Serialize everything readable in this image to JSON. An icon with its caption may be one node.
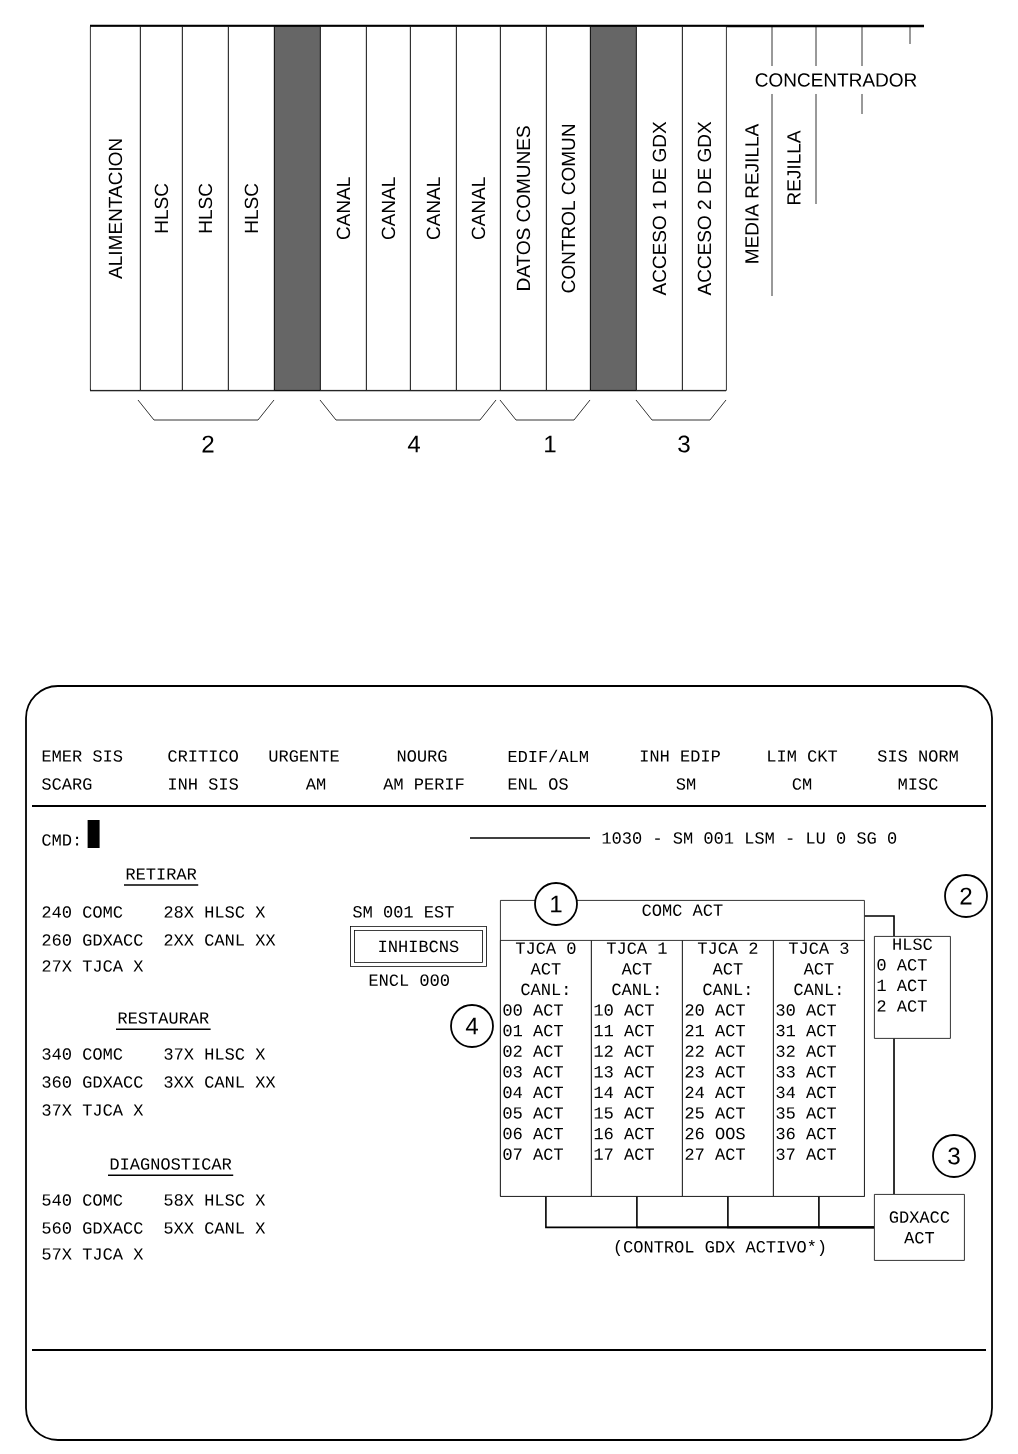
{
  "diagram": {
    "nodes": [
      {
        "text": [
          "ALIMENTACION"
        ]
      },
      {
        "text": [
          "HLSC"
        ]
      },
      {
        "text": [
          "HLSC"
        ]
      },
      {
        "text": [
          "HLSC"
        ]
      },
      {
        "text": [],
        "shape": "box"
      },
      {
        "text": [
          "CANAL"
        ]
      },
      {
        "text": [
          "CANAL"
        ]
      },
      {
        "text": [
          "CANAL"
        ]
      },
      {
        "text": [
          "CANAL"
        ]
      },
      {
        "text": [
          "DATOS COMUNES"
        ]
      },
      {
        "text": [
          "CONTROL COMUN"
        ]
      },
      {
        "text": [],
        "shape": "box"
      },
      {
        "text": [
          "ACCESO 1 DE GDX"
        ]
      },
      {
        "text": [
          "ACCESO 2 DE GDX"
        ]
      },
      {
        "text": [
          "INHIBCNS"
        ],
        "beside": [
          "SM 001 EST",
          "ENCL 000"
        ]
      },
      {
        "text": [
          "1"
        ]
      },
      {
        "text": [
          "COMC ACT"
        ]
      },
      {
        "text": [
          "TJCA 0",
          "ACT",
          "CANL:",
          "00 ACT",
          "01 ACT",
          "02 ACT",
          "03 ACT",
          "04 ACT",
          "05 ACT",
          "06 ACT",
          "07 ACT"
        ],
        "in": 16
      },
      {
        "text": [
          "TJCA 1",
          "ACT",
          "CANL:",
          "10 ACT",
          "11 ACT",
          "12 ACT",
          "13 ACT",
          "14 ACT",
          "15 ACT",
          "16 ACT",
          "17 ACT"
        ],
        "in": 16
      },
      {
        "text": [
          "TJCA 2",
          "ACT",
          "CANL:",
          "20 ACT",
          "21 ACT",
          "22 ACT",
          "23 ACT",
          "24 ACT",
          "25 ACT",
          "26 OOS",
          "27 ACT"
        ],
        "in": 16
      },
      {
        "text": [
          "TJCA 3",
          "ACT",
          "CANL:",
          "30 ACT",
          "31 ACT",
          "32 ACT",
          "33 ACT",
          "34 ACT",
          "35 ACT",
          "36 ACT",
          "37 ACT"
        ],
        "in": 16
      },
      {
        "text": [
          "2"
        ]
      },
      {
        "text": [
          "HLSC",
          "0 ACT",
          "1 ACT",
          "2 ACT"
        ]
      },
      {
        "text": [
          "4"
        ]
      },
      {
        "text": [
          "3"
        ]
      },
      {
        "text": [
          "GDXACC ACT"
        ]
      }
    ],
    "edges": [
      {
        "from": 17,
        "to": 25,
        "arrow": "none"
      },
      {
        "from": 18,
        "to": 25,
        "arrow": "none"
      },
      {
        "from": 19,
        "to": 25,
        "arrow": "none"
      },
      {
        "from": 20,
        "to": 25,
        "arrow": "none"
      },
      {
        "from": 16,
        "to": 22,
        "arrow": "none"
      },
      {
        "from": 22,
        "to": 25,
        "arrow": "none"
      }
    ],
    "labels": [
      "2",
      "4",
      "1",
      "3",
      "MEDIA REJILLA",
      "REJILLA",
      "CONCENTRADOR",
      "EMER SIS",
      "CRITICO",
      "URGENTE",
      "NOURG",
      "EDIF/ALM",
      "INH EDIP",
      "LIM CKT",
      "SIS NORM",
      "SCARG",
      "INH SIS",
      "AM",
      "AM PERIF",
      "ENL OS",
      "SM",
      "CM",
      "MISC",
      "CMD:",
      "1030 - SM 001 LSM - LU 0 SG 0",
      "RETIRAR",
      "240 COMC",
      "28X HLSC X",
      "260 GDXACC",
      "2XX CANL XX",
      "27X TJCA X",
      "RESTAURAR",
      "340 COMC",
      "37X HLSC X",
      "360 GDXACC",
      "3XX CANL XX",
      "37X TJCA X",
      "DIAGNOSTICAR",
      "540 COMC",
      "58X HLSC X",
      "560 GDXACC",
      "5XX CANL X",
      "57X TJCA X",
      "(CONTROL GDX ACTIVO*)"
    ]
  }
}
